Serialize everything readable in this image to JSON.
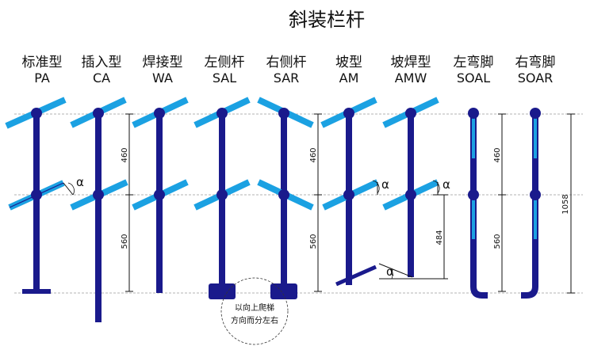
{
  "title": "斜装栏杆",
  "colors": {
    "post": "#1a1a8c",
    "bar": "#1ba1e2",
    "reference_line": "#9a9a9a"
  },
  "types": [
    {
      "cn": "标准型",
      "code": "PA"
    },
    {
      "cn": "插入型",
      "code": "CA"
    },
    {
      "cn": "焊接型",
      "code": "WA"
    },
    {
      "cn": "左侧杆",
      "code": "SAL"
    },
    {
      "cn": "右侧杆",
      "code": "SAR"
    },
    {
      "cn": "坡型",
      "code": "AM"
    },
    {
      "cn": "坡焊型",
      "code": "AMW"
    },
    {
      "cn": "左弯脚",
      "code": "SOAL"
    },
    {
      "cn": "右弯脚",
      "code": "SOAR"
    }
  ],
  "dimensions": {
    "d460": "460",
    "d560": "560",
    "d484": "484",
    "d1058": "1058"
  },
  "angle_symbol": "α",
  "note": {
    "line1": "以向上爬梯",
    "line2": "方向而分左右"
  }
}
